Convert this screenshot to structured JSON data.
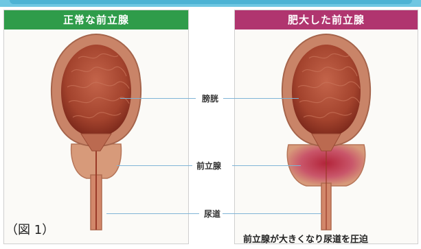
{
  "left_panel": {
    "title": "正常な前立腺"
  },
  "right_panel": {
    "title": "肥大した前立腺"
  },
  "labels": {
    "bladder": "膀胱",
    "prostate": "前立腺",
    "urethra": "尿道"
  },
  "figure_label": "（図 1）",
  "caption": "前立腺が大きくなり尿道を圧迫",
  "colors": {
    "header_left": "#2f9c4a",
    "header_right": "#b0356f",
    "bladder_outer": "#c98468",
    "bladder_inner": "#a3432d",
    "prostate": "#d79a7a",
    "enlarged_prostate_core": "#b3243a",
    "leader_line": "#7fb4d6"
  }
}
